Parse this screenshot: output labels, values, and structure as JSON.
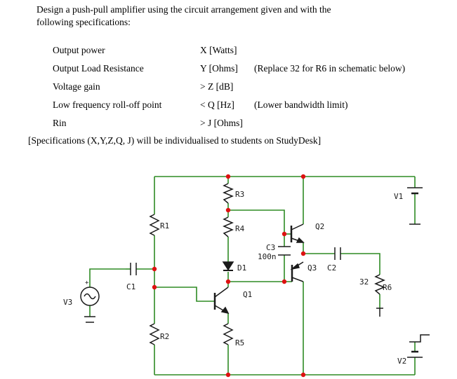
{
  "intro": {
    "line1": "Design a push-pull amplifier using the circuit arrangement given and with the",
    "line2": "following specifications:"
  },
  "specs": [
    {
      "label": "Output power",
      "value": "X [Watts]",
      "note": ""
    },
    {
      "label": "Output Load Resistance",
      "value": "Y [Ohms]",
      "note": "(Replace 32 for R6 in schematic below)"
    },
    {
      "label": "Voltage gain",
      "value": "> Z [dB]",
      "note": ""
    },
    {
      "label": "Low frequency roll-off point",
      "value": "< Q [Hz]",
      "note": "(Lower bandwidth limit)"
    },
    {
      "label": "Rin",
      "value": "> J [Ohms]",
      "note": ""
    }
  ],
  "footnote": "[Specifications (X,Y,Z,Q, J) will be individualised to students on StudyDesk]",
  "schematic": {
    "labels": {
      "R1": "R1",
      "R2": "R2",
      "R3": "R3",
      "R4": "R4",
      "R5": "R5",
      "R6": "R6",
      "R6_value": "32",
      "C1": "C1",
      "C2": "C2",
      "C3": "C3",
      "C3_value": "100n",
      "D1": "D1",
      "Q1": "Q1",
      "Q2": "Q2",
      "Q3": "Q3",
      "V1": "V1",
      "V2": "V2",
      "V3": "V3",
      "plus": "+"
    },
    "colors": {
      "wire": "#2e8b24",
      "component": "#1a1a1a",
      "node": "#dd1111"
    }
  }
}
